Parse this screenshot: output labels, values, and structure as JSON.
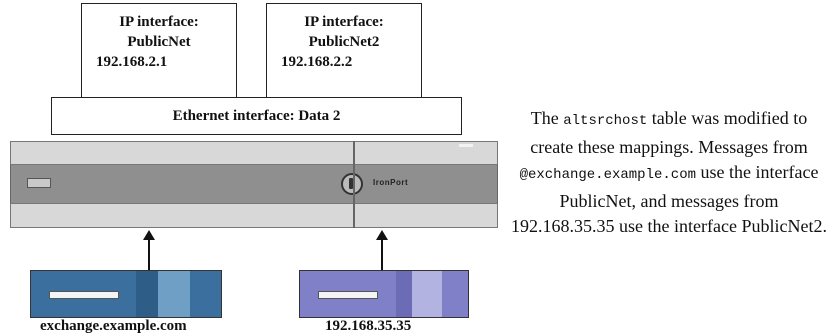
{
  "ip_interfaces": [
    {
      "heading": "IP interface:",
      "name": "PublicNet",
      "address": "192.168.2.1"
    },
    {
      "heading": "IP interface:",
      "name": "PublicNet2",
      "address": "192.168.2.2"
    }
  ],
  "ethernet_interface": "Ethernet interface: Data 2",
  "appliance": {
    "brand": "IronPort"
  },
  "hosts": [
    {
      "label": "exchange.example.com",
      "color": "#3b6f9e"
    },
    {
      "label": "192.168.35.35",
      "color": "#8080c8"
    }
  ],
  "note": {
    "prefix": "The ",
    "table_name": "altsrchost",
    "middle": " table was modified to create these mappings. Messages from ",
    "domain": "@exchange.example.com",
    "suffix": " use the interface PublicNet, and messages from 192.168.35.35 use the interface PublicNet2."
  }
}
